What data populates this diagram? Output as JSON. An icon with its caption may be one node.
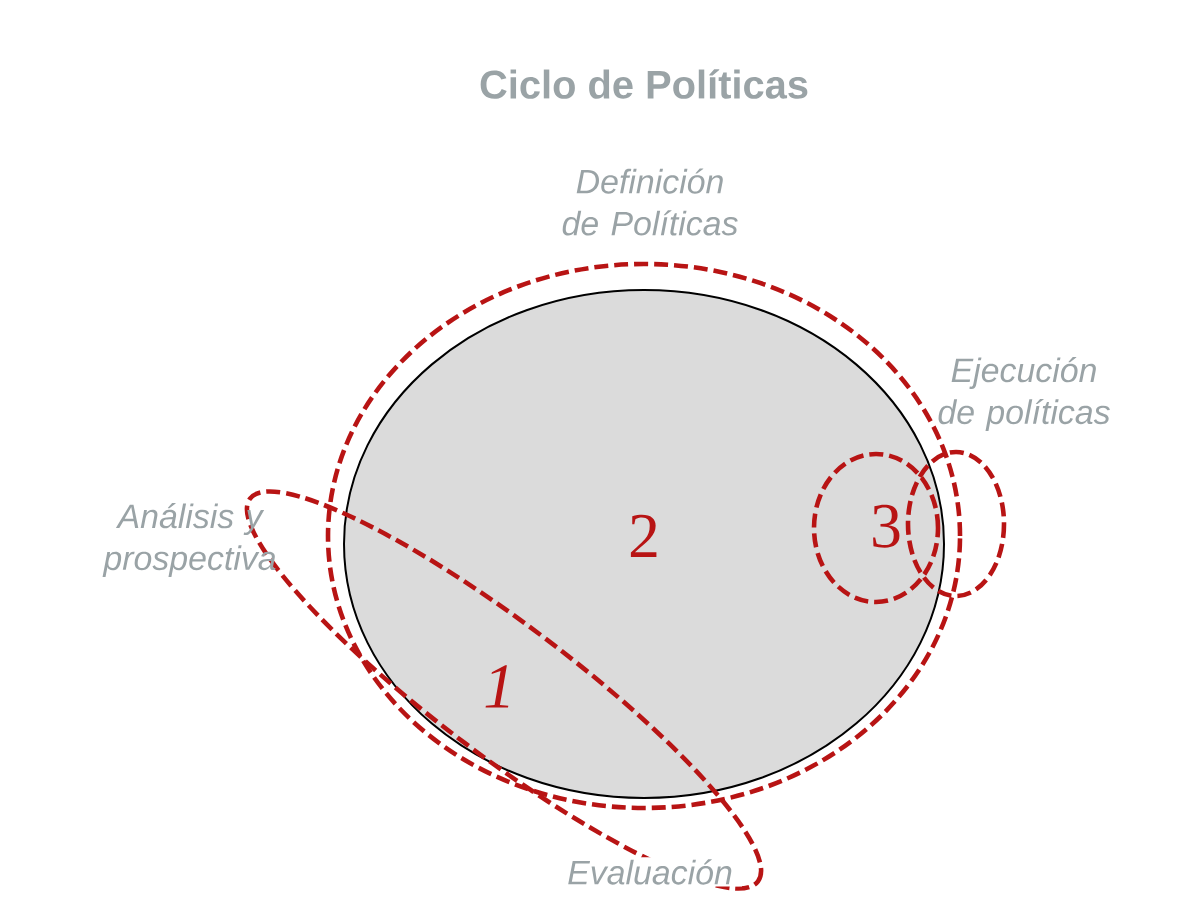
{
  "diagram": {
    "title": "Ciclo de Políticas",
    "nodes": [
      {
        "text": [
          "2"
        ]
      },
      {
        "text": [
          "1"
        ]
      },
      {
        "text": [
          "3"
        ],
        "in": 0
      }
    ],
    "labels": [
      "Definición de Políticas",
      "Ejecución de políticas",
      "Análisis y prospectiva",
      "Evaluación"
    ]
  }
}
